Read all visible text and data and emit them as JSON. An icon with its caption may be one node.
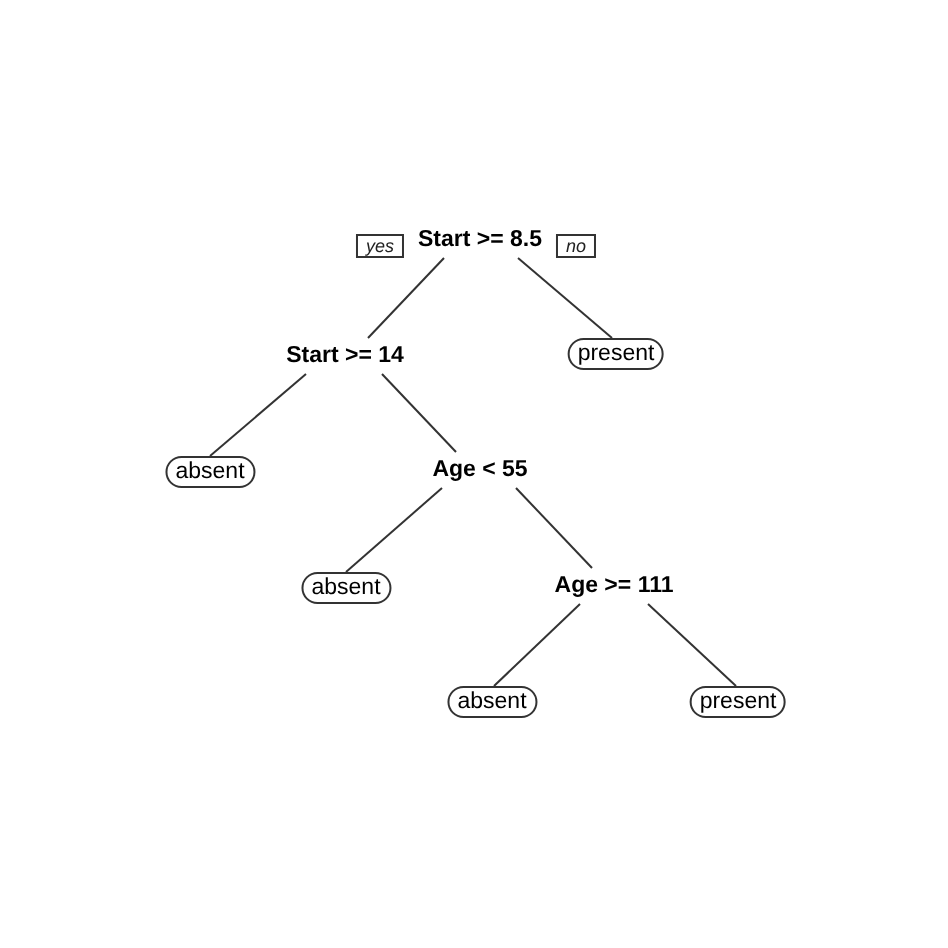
{
  "diagram": {
    "nodes": [
      {
        "text": [
          "yes"
        ]
      },
      {
        "text": [
          "Start >= 8.5"
        ]
      },
      {
        "text": [
          "no"
        ]
      },
      {
        "text": [
          "Start >= 14"
        ]
      },
      {
        "text": [
          "present"
        ]
      },
      {
        "text": [
          "absent"
        ]
      },
      {
        "text": [
          "Age < 55"
        ]
      },
      {
        "text": [
          "absent"
        ]
      },
      {
        "text": [
          "Age >= 111"
        ]
      },
      {
        "text": [
          "absent"
        ]
      },
      {
        "text": [
          "present"
        ]
      }
    ],
    "edges": [
      {
        "from": 1,
        "to": 3,
        "arrow": "none"
      },
      {
        "from": 1,
        "to": 4,
        "arrow": "none"
      },
      {
        "from": 3,
        "to": 5,
        "arrow": "none"
      },
      {
        "from": 3,
        "to": 6,
        "arrow": "none"
      },
      {
        "from": 6,
        "to": 7,
        "arrow": "none"
      },
      {
        "from": 6,
        "to": 8,
        "arrow": "none"
      },
      {
        "from": 8,
        "to": 9,
        "arrow": "none"
      },
      {
        "from": 8,
        "to": 10,
        "arrow": "none"
      }
    ]
  }
}
